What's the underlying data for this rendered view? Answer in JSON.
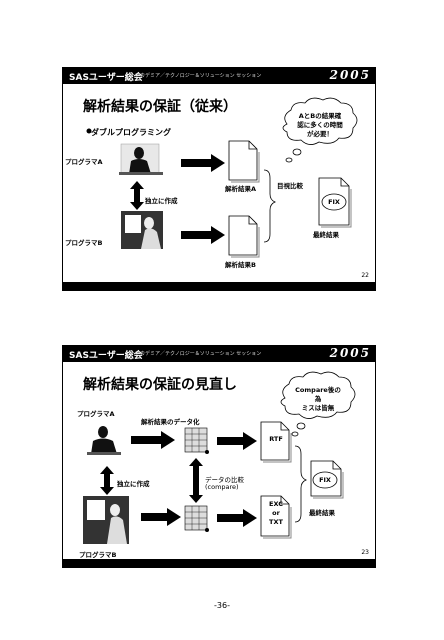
{
  "slide1": {
    "header_title": "SASユーザー総会",
    "header_sub": "アカデミア／テクノロジー＆ソリューション セッション",
    "header_logo": "2005",
    "title": "解析結果の保証（従来）",
    "bullet": "ダブルプログラミング",
    "programmer_a": "プログラマA",
    "programmer_b": "プログラマB",
    "independent": "独立に作成",
    "result_a": "解析結果A",
    "result_b": "解析結果B",
    "visual_compare": "目視比較",
    "fix": "FIX",
    "final": "最終結果",
    "cloud_line1": "AとBの結果確",
    "cloud_line2": "認に多くの時間",
    "cloud_line3": "が必要！",
    "page": "22"
  },
  "slide2": {
    "header_title": "SASユーザー総会",
    "header_sub": "アカデミア／テクノロジー＆ソリューション セッション",
    "header_logo": "2005",
    "title": "解析結果の保証の見直し",
    "programmer_a": "プログラマA",
    "programmer_b": "プログラマB",
    "datafy": "解析結果のデータ化",
    "independent": "独立に作成",
    "data_compare_1": "データの比較",
    "data_compare_2": "(compare)",
    "rtf": "RTF",
    "exc": "EXC",
    "or": "or",
    "txt": "TXT",
    "fix": "FIX",
    "final": "最終結果",
    "cloud_line1": "Compare後の",
    "cloud_line2": "為",
    "cloud_line3": "ミスは皆無",
    "page": "23"
  },
  "page_number": "-36-"
}
